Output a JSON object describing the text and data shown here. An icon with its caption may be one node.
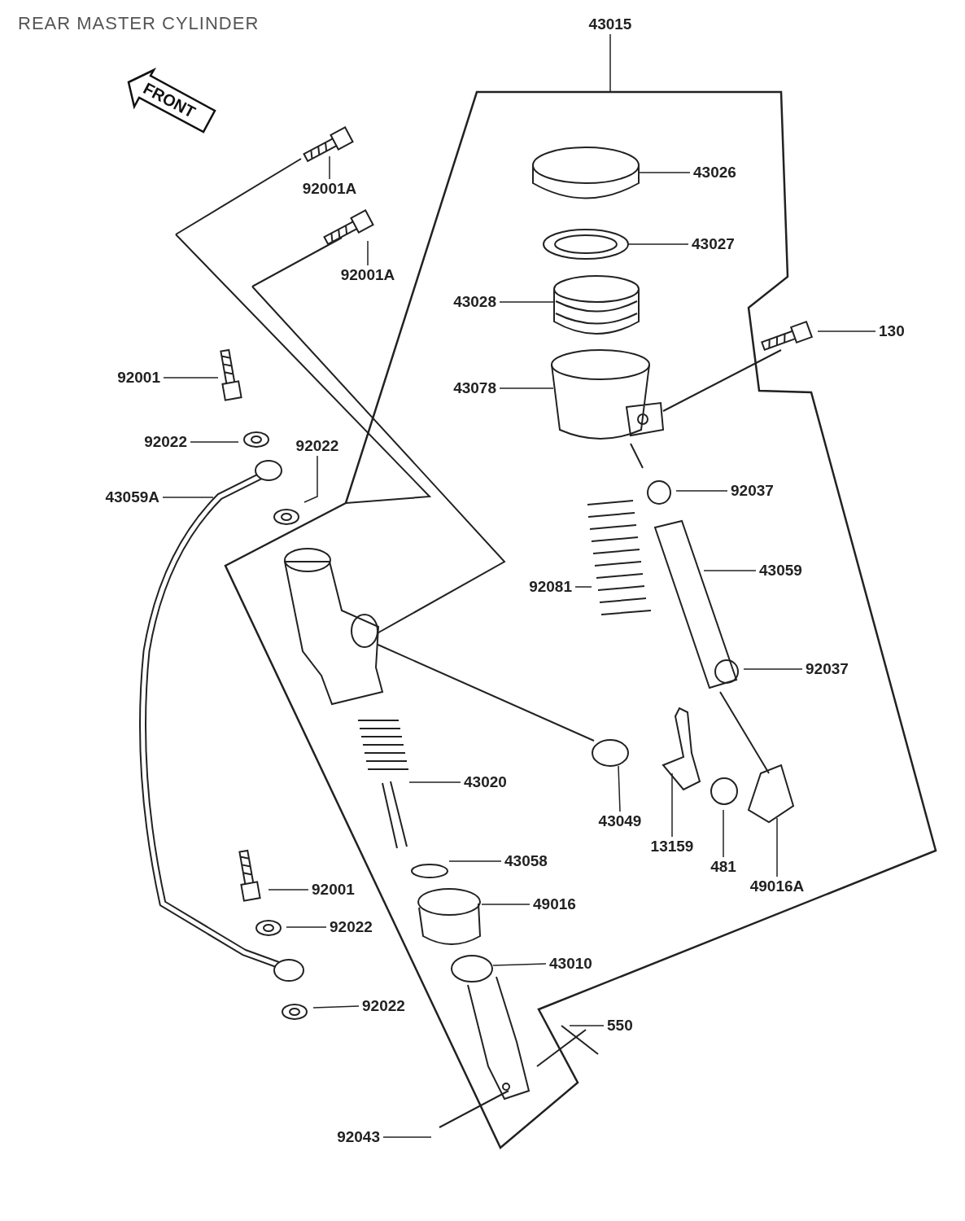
{
  "diagram": {
    "title": "REAR MASTER CYLINDER",
    "nodes": [
      {
        "text": [
          "43015"
        ]
      },
      {
        "text": [
          "92001A"
        ]
      },
      {
        "text": [
          "43026"
        ]
      },
      {
        "text": [
          "92001A"
        ]
      },
      {
        "text": [
          "43027"
        ]
      },
      {
        "text": [
          "43028"
        ]
      },
      {
        "text": [
          "130"
        ]
      },
      {
        "text": [
          "92001"
        ]
      },
      {
        "text": [
          "43078"
        ]
      },
      {
        "text": [
          "92022"
        ]
      },
      {
        "text": [
          "92022"
        ]
      },
      {
        "text": [
          "43059A"
        ]
      },
      {
        "text": [
          "92037"
        ]
      },
      {
        "text": [
          "43059"
        ]
      },
      {
        "text": [
          "92081"
        ]
      },
      {
        "text": [
          "92037"
        ]
      },
      {
        "text": [
          "43020"
        ]
      },
      {
        "text": [
          "43049"
        ]
      },
      {
        "text": [
          "13159"
        ]
      },
      {
        "text": [
          "481"
        ]
      },
      {
        "text": [
          "49016A"
        ]
      },
      {
        "text": [
          "43058"
        ]
      },
      {
        "text": [
          "92001"
        ]
      },
      {
        "text": [
          "49016"
        ]
      },
      {
        "text": [
          "92022"
        ]
      },
      {
        "text": [
          "43010"
        ]
      },
      {
        "text": [
          "92022"
        ]
      },
      {
        "text": [
          "550"
        ]
      },
      {
        "text": [
          "92043"
        ]
      }
    ],
    "edges": [
      {
        "from": 0,
        "to": null,
        "arrow": "none"
      },
      {
        "from": 1,
        "to": null,
        "arrow": "none"
      },
      {
        "from": 2,
        "to": null,
        "arrow": "none"
      },
      {
        "from": 3,
        "to": null,
        "arrow": "none"
      },
      {
        "from": 4,
        "to": null,
        "arrow": "none"
      },
      {
        "from": 5,
        "to": null,
        "arrow": "none"
      },
      {
        "from": 6,
        "to": null,
        "arrow": "none"
      },
      {
        "from": 7,
        "to": null,
        "arrow": "none"
      },
      {
        "from": 8,
        "to": null,
        "arrow": "none"
      },
      {
        "from": 9,
        "to": null,
        "arrow": "none"
      },
      {
        "from": 10,
        "to": null,
        "arrow": "none"
      },
      {
        "from": 11,
        "to": null,
        "arrow": "none"
      },
      {
        "from": 12,
        "to": null,
        "arrow": "none"
      },
      {
        "from": 13,
        "to": null,
        "arrow": "none"
      },
      {
        "from": 14,
        "to": null,
        "arrow": "none"
      },
      {
        "from": 15,
        "to": null,
        "arrow": "none"
      },
      {
        "from": 16,
        "to": null,
        "arrow": "none"
      },
      {
        "from": 17,
        "to": null,
        "arrow": "none"
      },
      {
        "from": 18,
        "to": null,
        "arrow": "none"
      },
      {
        "from": 19,
        "to": null,
        "arrow": "none"
      },
      {
        "from": 20,
        "to": null,
        "arrow": "none"
      },
      {
        "from": 21,
        "to": null,
        "arrow": "none"
      },
      {
        "from": 22,
        "to": null,
        "arrow": "none"
      },
      {
        "from": 23,
        "to": null,
        "arrow": "none"
      },
      {
        "from": 24,
        "to": null,
        "arrow": "none"
      },
      {
        "from": 25,
        "to": null,
        "arrow": "none"
      },
      {
        "from": 26,
        "to": null,
        "arrow": "none"
      },
      {
        "from": 27,
        "to": null,
        "arrow": "none"
      },
      {
        "from": 28,
        "to": null,
        "arrow": "none"
      }
    ],
    "labels": [
      "FRONT"
    ]
  }
}
